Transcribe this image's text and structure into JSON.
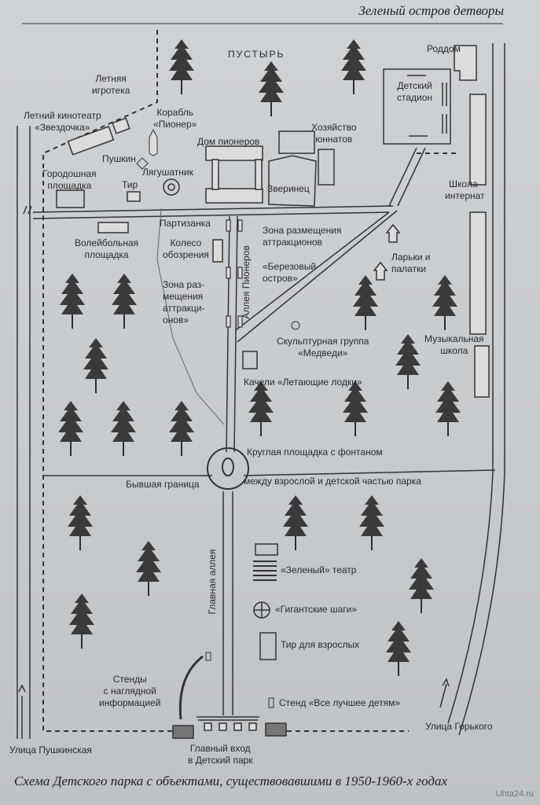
{
  "header": {
    "title": "Зеленый остров детворы"
  },
  "caption": "Схема Детского парка с объектами, существовавшими в 1950-1960-х годах",
  "watermark": "Uhta24.ru",
  "labels": {
    "wasteland": "ПУСТЫРЬ",
    "maternity": "Роддом",
    "summer_games": "Летняя\nигротека",
    "cinema": "Летний кинотеатр\n«Звездочка»",
    "ship": "Корабль\n«Пионер»",
    "pushkin": "Пушкин",
    "city_square": "Городошная\nплощадка",
    "shooting": "Тир",
    "frog_pool": "Лягушатник",
    "pioneer_house": "Дом пионеров",
    "naturalists": "Хозяйство\nюннатов",
    "zoo": "Зверинец",
    "stadium": "Детский\nстадион",
    "boarding_school": "Школа-\nинтернат",
    "partisan": "Партизанка",
    "volleyball": "Волейбольная\nплощадка",
    "ferris": "Колесо\nобозрения",
    "attractions_zone_top": "Зона размещения\nаттракционов",
    "birch_island": "«Березовый\nостров»",
    "stalls": "Ларьки и\nпалатки",
    "attractions_zone_left": "Зона раз-\nмещения\nаттракци-\nонов»",
    "pioneer_alley": "Аллея Пионеров",
    "sculpture": "Скульптурная группа\n«Медведи»",
    "music_school": "Музыкальная\nшкола",
    "swings": "Качели «Летающие лодки»",
    "fountain": "Круглая площадка с фонтаном",
    "former_border_left": "Бывшая граница",
    "former_border_right": "между взрослой и детской частью парка",
    "main_alley": "Главная аллея",
    "green_theatre": "«Зеленый» театр",
    "giant_steps": "«Гигантские шаги»",
    "adult_shooting": "Тир для взрослых",
    "info_stands": "Стенды\nс наглядной\nинформацией",
    "best_for_kids": "Стенд «Все лучшее детям»",
    "gorky_street": "Улица Горького",
    "pushkin_street": "Улица Пушкинская",
    "main_entrance": "Главный вход\nв Детский парк"
  },
  "colors": {
    "background": "#c9ccd0",
    "ink": "#2a2a2a",
    "tree": "#3a3a3a",
    "building_fill": "#dcdcdc"
  },
  "trees": [
    "pine-icon",
    "pine-icon",
    "pine-icon",
    "pine-icon",
    "pine-icon",
    "pine-icon",
    "pine-icon",
    "pine-icon",
    "pine-icon",
    "pine-icon",
    "pine-icon",
    "pine-icon",
    "pine-icon",
    "pine-icon",
    "pine-icon",
    "pine-icon",
    "pine-icon",
    "pine-icon",
    "pine-icon",
    "pine-icon",
    "pine-icon",
    "pine-icon",
    "pine-icon",
    "pine-icon",
    "pine-icon",
    "pine-icon"
  ]
}
